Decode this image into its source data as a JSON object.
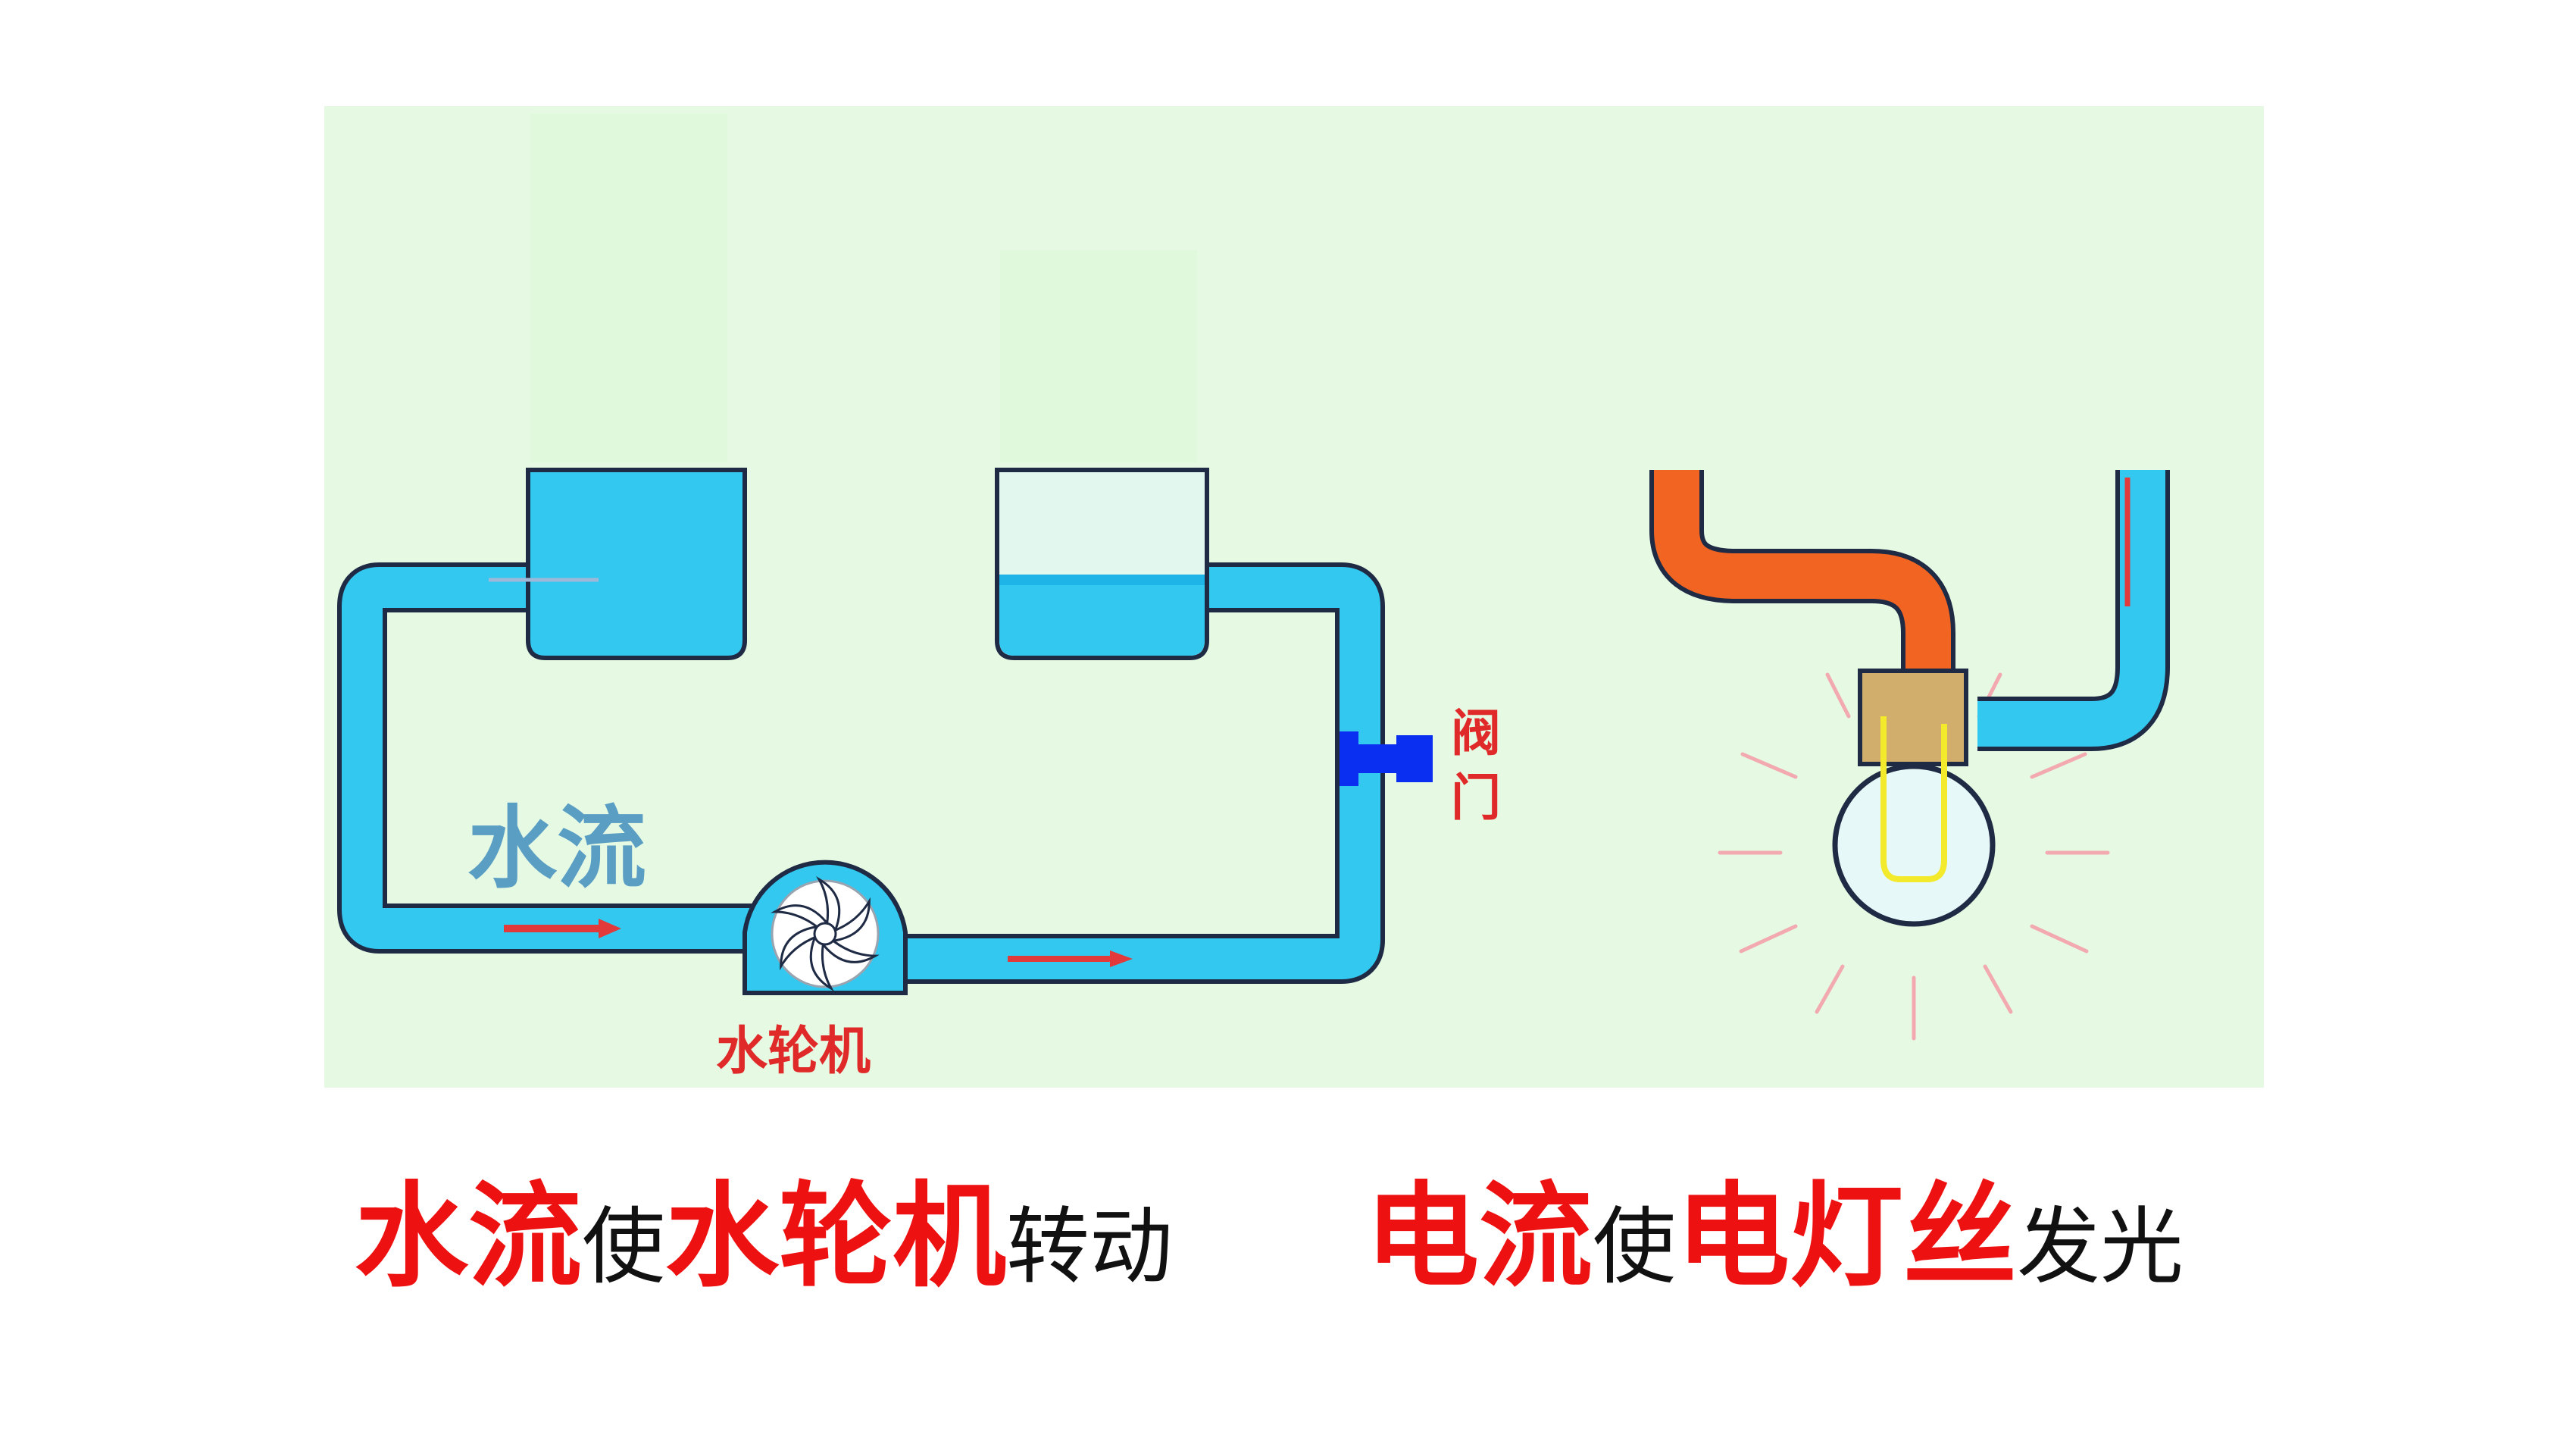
{
  "labels": {
    "water_flow": "水流",
    "valve": "阀门",
    "turbine": "水轮机"
  },
  "caption_left": [
    {
      "text": "水流",
      "style": "red"
    },
    {
      "text": "使",
      "style": "black"
    },
    {
      "text": "水轮机",
      "style": "red"
    },
    {
      "text": "转动",
      "style": "black"
    }
  ],
  "caption_right": [
    {
      "text": "电流",
      "style": "red"
    },
    {
      "text": "使",
      "style": "black"
    },
    {
      "text": "电灯丝",
      "style": "red"
    },
    {
      "text": "发光",
      "style": "black"
    }
  ],
  "colors": {
    "panel_background": "#e6fae3",
    "water": "#33c8f0",
    "water_light": "#55d9f7",
    "pipe_outline": "#1f2a44",
    "flow_arrow": "#e23a3a",
    "valve": "#0a2ff0",
    "label_red": "#e02a2a",
    "label_blue": "#5a9ec4",
    "orange_wire": "#f26422",
    "lamp_base": "#d2ae6d",
    "filament": "#f2ea2a",
    "glow_rays": "#f2aab0",
    "caption_red": "#ee1111",
    "caption_black": "#111111"
  }
}
